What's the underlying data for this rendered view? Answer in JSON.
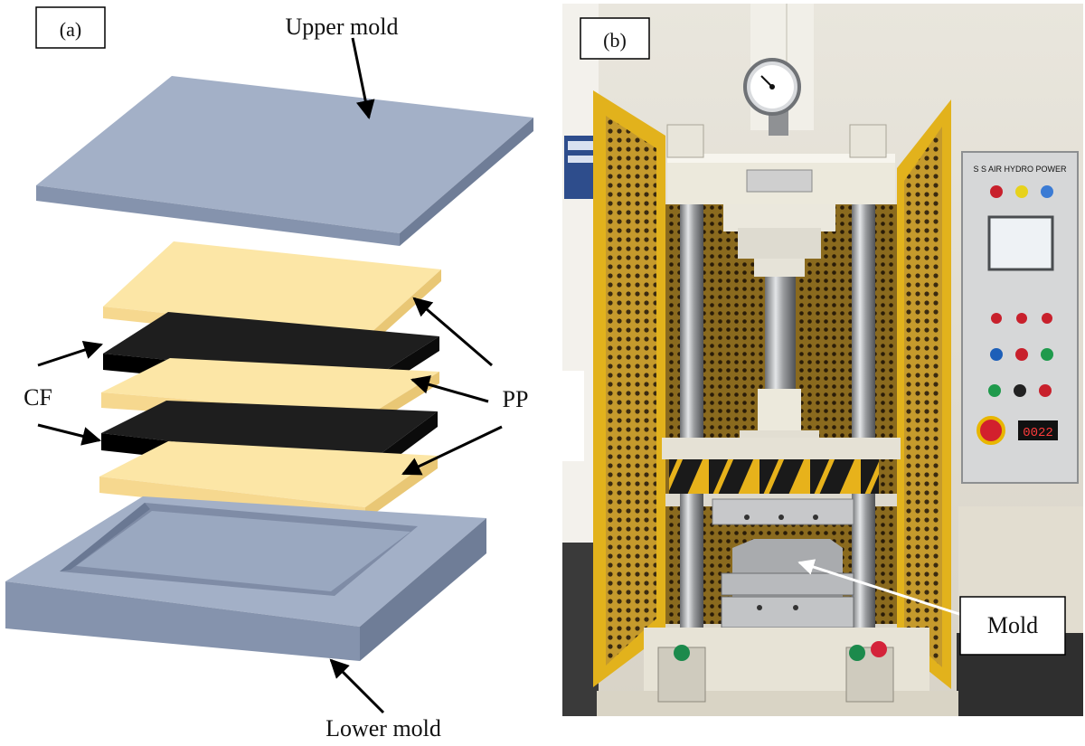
{
  "panel_a": {
    "tag": "(a)",
    "upper_mold_label": "Upper mold",
    "lower_mold_label": "Lower mold",
    "cf_label": "CF",
    "pp_label": "PP",
    "layers": [
      "PP",
      "CF",
      "PP",
      "CF",
      "PP"
    ]
  },
  "panel_b": {
    "tag": "(b)",
    "mold_label": "Mold",
    "control_panel_title": "S S AIR HYDRO POWER",
    "counter_display": "0022"
  },
  "colors": {
    "mold": "#95a3bd",
    "mold_side": "#7c8aa3",
    "pp": "#fce6a6",
    "pp_side": "#f2d27f",
    "cf": "#151515",
    "frame_yellow": "#e2b21c",
    "hazard_black": "#1a1a1a"
  }
}
